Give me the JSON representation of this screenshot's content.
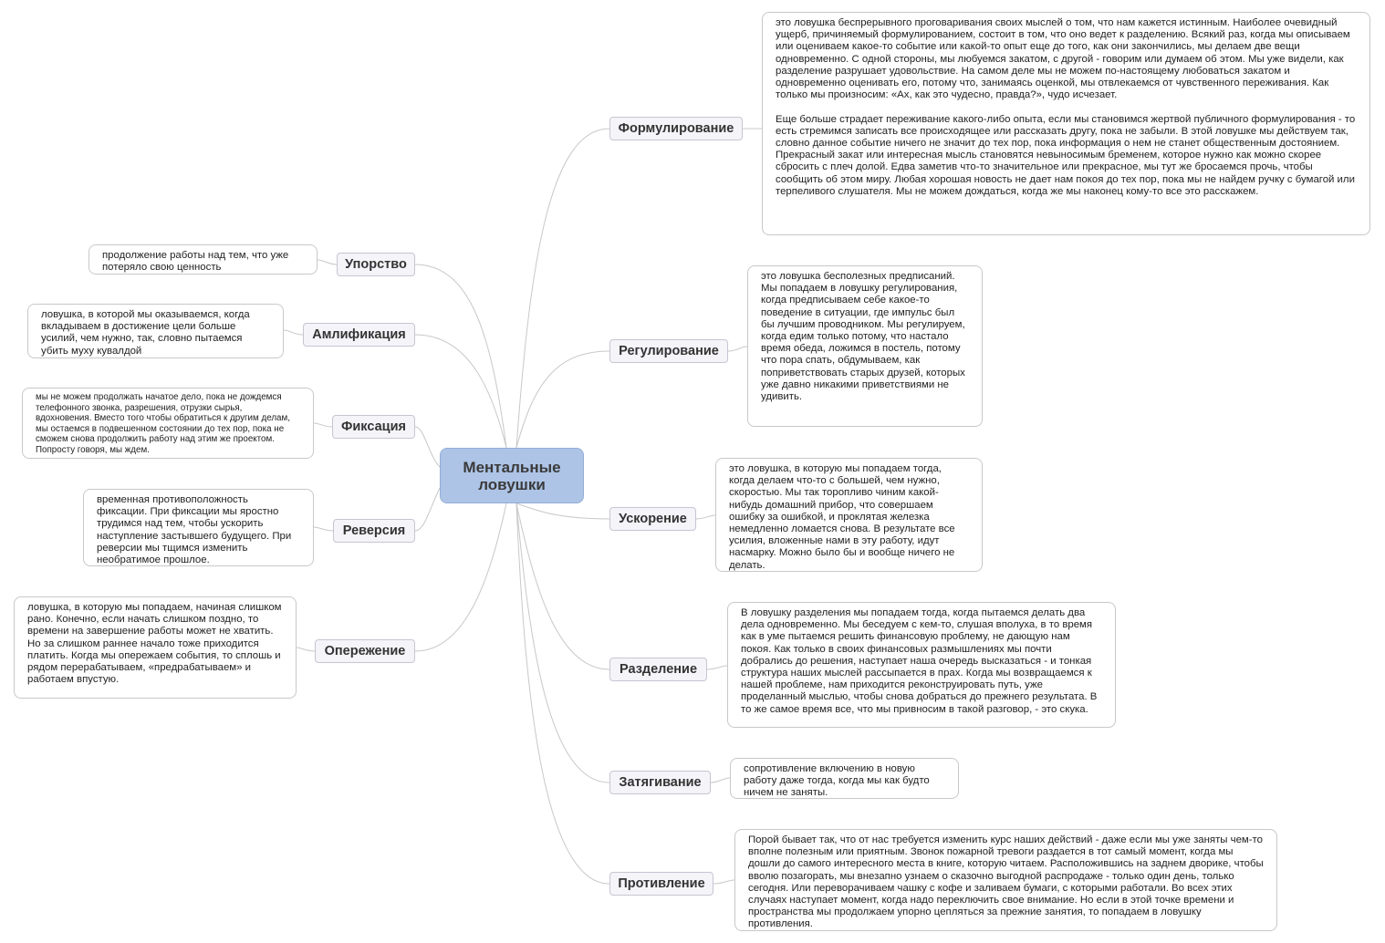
{
  "central": {
    "label": "Ментальные\nловушки"
  },
  "topics": {
    "formulirovanie": {
      "label": "Формулирование",
      "note": "это ловушка беспрерывного проговаривания своих мыслей о том, что нам кажется истинным. Наиболее очевидный ущерб, причиняемый формулированием, состоит в том, что оно ведет к разделению. Всякий раз, когда мы описываем или оцениваем какое-то событие или какой-то опыт еще до того, как они закончились, мы делаем две вещи одновременно. С одной стороны, мы любуемся закатом, с другой - говорим или думаем об этом. Мы уже видели, как разделение разрушает удовольствие. На самом деле мы не можем по-настоящему любоваться закатом и одновременно оценивать его, потому что, занимаясь оценкой, мы отвлекаемся от чувственного переживания. Как только мы произносим: «Ах, как это чудесно, правда?», чудо исчезает.\n\nЕще больше страдает переживание какого-либо опыта, если мы становимся жертвой публичного формулирования - то есть стремимся записать все происходящее или рассказать другу, пока не забыли. В этой ловушке мы действуем так, словно данное событие ничего не значит до тех пор, пока информация о нем не станет общественным достоянием. Прекрасный закат или интересная мысль становятся невыносимым бременем, которое нужно как можно скорее сбросить с плеч долой. Едва заметив что-то значительное или прекрасное, мы тут же бросаемся прочь, чтобы сообщить об этом миру. Любая хорошая новость не дает нам покоя до тех пор, пока мы не найдем ручку с бумагой или терпеливого слушателя. Мы не можем дождаться, когда же мы наконец кому-то все это расскажем."
    },
    "regulirovanie": {
      "label": "Регулирование",
      "note": "это ловушка бесполезных предписаний. Мы попадаем в ловушку регулирования, когда предписываем себе какое-то поведение в ситуации, где импульс был бы лучшим проводником. Мы регулируем, когда едим только потому, что настало время обеда, ложимся в постель, потому что пора спать, обдумываем, как поприветствовать старых друзей, которых уже давно никакими приветствиями не удивить."
    },
    "uskorenie": {
      "label": "Ускорение",
      "note": "это ловушка, в которую мы попадаем тогда, когда делаем что-то с большей, чем нужно, скоростью. Мы так торопливо чиним какой-нибудь домашний прибор, что совершаем ошибку за ошибкой, и проклятая железка немедленно ломается снова. В результате все усилия, вложенные нами в эту работу, идут насмарку. Можно было бы и вообще ничего не делать."
    },
    "razdelenie": {
      "label": "Разделение",
      "note": "В ловушку разделения мы попадаем тогда, когда пытаемся делать два дела одновременно. Мы беседуем с кем-то, слушая вполуха, в то время как в уме пытаемся решить финансовую проблему, не дающую нам покоя. Как только в своих финансовых размышлениях мы почти добрались до решения, наступает наша очередь высказаться - и тонкая структура наших мыслей рассыпается в прах. Когда мы возвращаемся к нашей проблеме, нам приходится реконструировать путь, уже проделанный мыслью, чтобы снова добраться до прежнего результата. В то же самое время все, что мы привносим в такой разговор, - это скука."
    },
    "zatyagivanie": {
      "label": "Затягивание",
      "note": "сопротивление включению в новую работу даже тогда, когда мы как будто ничем не заняты."
    },
    "protivlenie": {
      "label": "Противление",
      "note": "Порой бывает так, что от нас требуется изменить курс наших действий - даже если мы уже заняты чем-то вполне полезным или приятным. Звонок пожарной тревоги раздается в тот самый момент, когда мы дошли до самого интересного места в книге, которую читаем. Расположившись на заднем дворике, чтобы вволю позагорать, мы внезапно узнаем о сказочно выгодной распродаже - только один день, только сегодня. Или переворачиваем чашку с кофе и заливаем бумаги, с которыми работали. Во всех этих случаях наступает момент, когда надо переключить свое внимание. Но если в этой точке времени и пространства мы продолжаем упорно цепляться за прежние занятия, то попадаем в ловушку противления."
    },
    "uporstvo": {
      "label": "Упорство",
      "note": "продолжение работы над тем, что уже потеряло свою ценность"
    },
    "amplifikatsiya": {
      "label": "Амлификация",
      "note": "ловушка, в которой мы оказываемся, когда вкладываем в достижение цели больше усилий, чем нужно, так, словно пытаемся убить муху кувалдой"
    },
    "fiksatsiya": {
      "label": "Фиксация",
      "note": "мы не можем продолжать начатое дело, пока не дождемся телефонного звонка, разрешения, отрузки сырья, вдохновения. Вместо того чтобы обратиться к другим делам, мы остаемся в подвешенном состоянии до тех пор, пока не сможем снова продолжить работу над этим же проектом. Попросту говоря, мы ждем."
    },
    "reversiya": {
      "label": "Реверсия",
      "note": "временная противоположность фиксации. При фиксации мы яростно трудимся над тем, чтобы ускорить наступление застывшего будущего. При реверсии мы тщимся изменить необратимое прошлое."
    },
    "operezhenie": {
      "label": "Опережение",
      "note": "ловушка, в которую мы попадаем, начиная слишком рано. Конечно, если начать слишком поздно, то времени на завершение работы может не хватить. Но за слишком раннее начало тоже приходится платить. Когда мы опережаем события, то сплошь и рядом перерабатываем, «предрабатываем» и работаем впустую."
    }
  },
  "colors": {
    "central_fill": "#adc4e6",
    "topic_fill": "#f4f4f9",
    "line": "#c8c8c8"
  }
}
